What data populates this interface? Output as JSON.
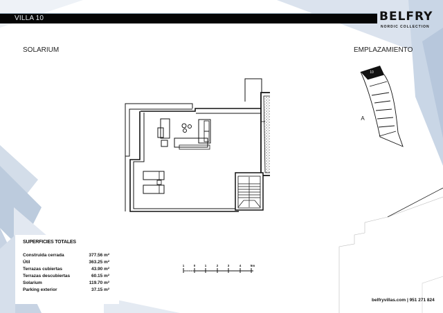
{
  "header": {
    "villa_label": "VILLA 10",
    "brand_name": "BELFRY",
    "brand_tagline": "NORDIC COLLECTION"
  },
  "sections": {
    "floor_title": "SOLARIUM",
    "location_title": "EMPLAZAMIENTO"
  },
  "site_plan": {
    "highlighted_unit_label": "10",
    "north_arrow_label": "A"
  },
  "scale_bar": {
    "ticks": [
      "1",
      "0",
      "1",
      "2",
      "3",
      "4",
      "5m"
    ]
  },
  "surfaces": {
    "title": "SUPERFICIES TOTALES",
    "rows": [
      {
        "label": "Construida cerrada",
        "value": "377.56 m²"
      },
      {
        "label": "Útil",
        "value": "363.25 m²"
      },
      {
        "label": "Terrazas cubiertas",
        "value": "43.90 m²"
      },
      {
        "label": "Terrazas descubiertas",
        "value": "60.15 m²"
      },
      {
        "label": "Solarium",
        "value": "119.70 m²"
      },
      {
        "label": "Parking exterior",
        "value": "37.15 m²"
      }
    ]
  },
  "footer": {
    "contact": "belfryvillas.com | 951 271 824"
  },
  "colors": {
    "bar": "#050505",
    "accent_bg": "#c9d6e6",
    "ink": "#111111"
  }
}
